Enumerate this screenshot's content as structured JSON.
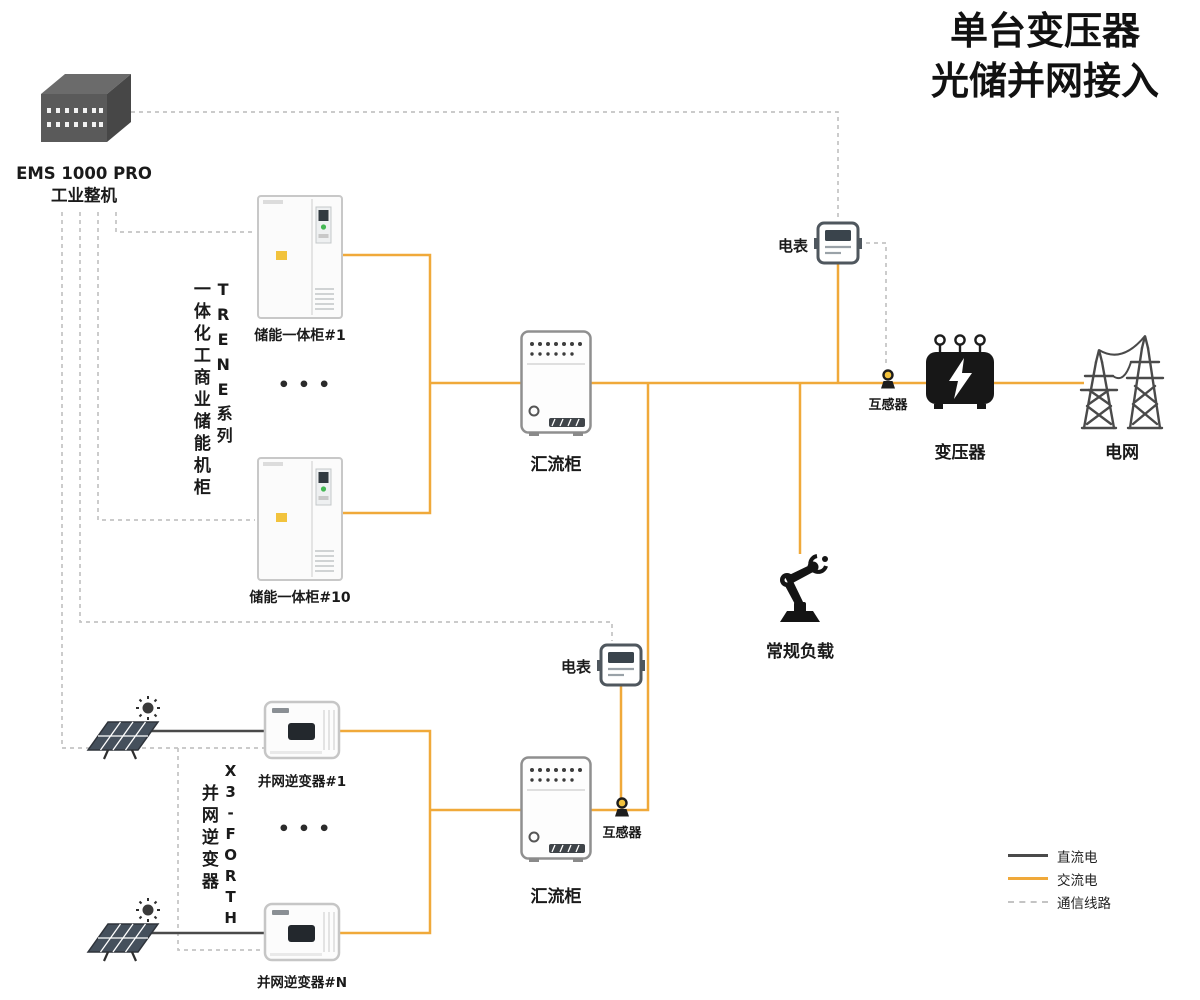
{
  "title": {
    "line1": "单台变压器",
    "line2": "光储并网接入"
  },
  "ems": {
    "name_line": "EMS 1000 PRO",
    "type_line": "工业整机"
  },
  "storage_block": {
    "vertical_label_cn": "一体化工商业储能机柜",
    "vertical_label_series": "TRENE系列",
    "cabinet_1_label": "储能一体柜#1",
    "cabinet_10_label": "储能一体柜#10",
    "ellipsis": "•••"
  },
  "inverter_block": {
    "vertical_label_cn": "并网逆变器",
    "vertical_label_series": "X3-FORTH",
    "inverter_1_label": "并网逆变器#1",
    "inverter_n_label": "并网逆变器#N",
    "ellipsis": "•••"
  },
  "combiner_upper": {
    "label": "汇流柜"
  },
  "combiner_lower": {
    "label": "汇流柜"
  },
  "meter_upper": {
    "label": "电表"
  },
  "meter_lower": {
    "label": "电表"
  },
  "ct_upper": {
    "label": "互感器"
  },
  "ct_lower": {
    "label": "互感器"
  },
  "transformer": {
    "label": "变压器"
  },
  "grid": {
    "label": "电网"
  },
  "load": {
    "label": "常规负载"
  },
  "legend": {
    "dc_label": "直流电",
    "ac_label": "交流电",
    "comm_label": "通信线路"
  },
  "icons": {
    "ems": "server-chassis-icon",
    "storage_cabinet": "battery-cabinet-icon",
    "combiner": "combiner-cabinet-icon",
    "meter": "energy-meter-icon",
    "ct": "current-transformer-icon",
    "transformer": "transformer-icon",
    "grid": "transmission-tower-icon",
    "load": "robot-arm-icon",
    "solar": "solar-panel-icon",
    "inverter": "inverter-icon"
  },
  "colors": {
    "dc": "#4a4a4a",
    "ac": "#f0a93a",
    "comm": "#c4c4c4",
    "text": "#1a1a1a"
  }
}
